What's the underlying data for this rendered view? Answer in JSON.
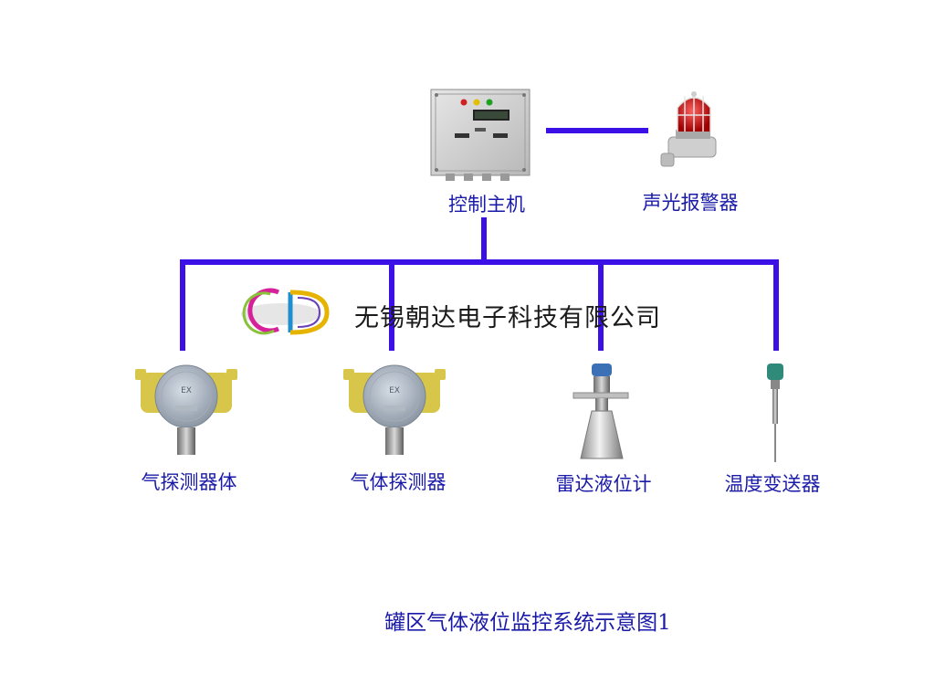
{
  "labels": {
    "controller": "控制主机",
    "alarm": "声光报警器",
    "detector1": "气探测器体",
    "detector2": "气体探测器",
    "radar": "雷达液位计",
    "temp": "温度变送器"
  },
  "company": {
    "logo_text": "GD",
    "name": "无锡朝达电子科技有限公司"
  },
  "caption": "罐区气体液位监控系统示意图1",
  "colors": {
    "line": "#3a10e6",
    "label": "#1a1aa8"
  },
  "icons": {
    "controller": "control-box-icon",
    "alarm": "strobe-alarm-icon",
    "detector": "gas-detector-icon",
    "radar": "radar-level-gauge-icon",
    "temp": "temperature-transmitter-icon"
  }
}
